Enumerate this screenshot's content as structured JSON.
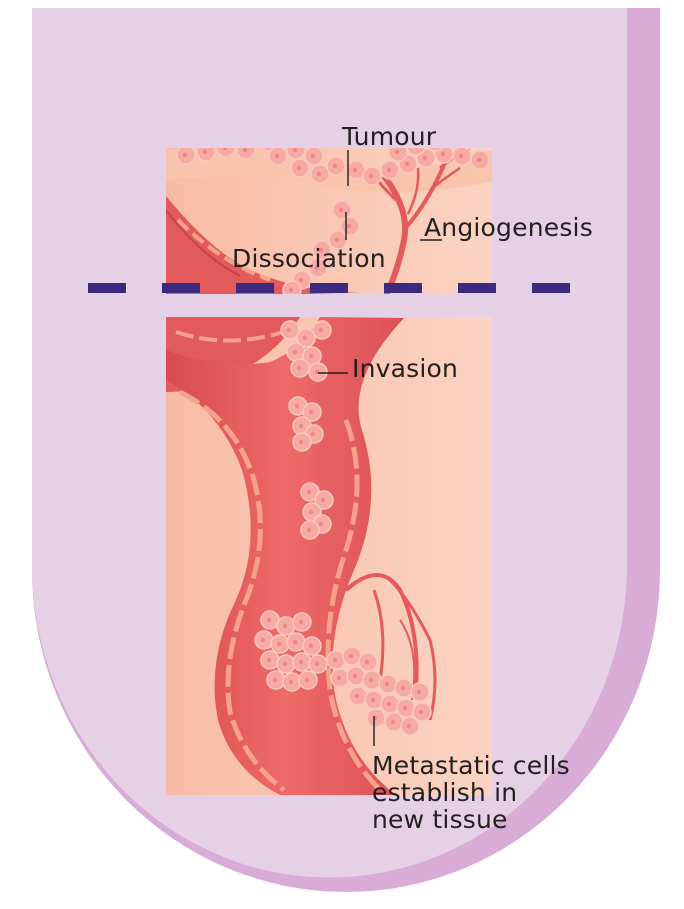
{
  "labels": {
    "tumour": "Tumour",
    "angiogenesis": "Angiogenesis",
    "dissociation": "Dissociation",
    "invasion": "Invasion",
    "metastatic": [
      "Metastatic cells",
      "establish in",
      "new tissue"
    ]
  },
  "colors": {
    "background_shield": "#e6d0e6",
    "shield_shadow": "#d7a9d5",
    "tissue": "#f8c7b0",
    "tissue_light": "#fbd9c8",
    "tumour_cells": "#f6a7a0",
    "vessel": "#e9575a",
    "vessel_dark": "#d84548",
    "vessel_wall": "#f7a48a",
    "divider": "#3b2a80",
    "label_text": "#231f20"
  }
}
